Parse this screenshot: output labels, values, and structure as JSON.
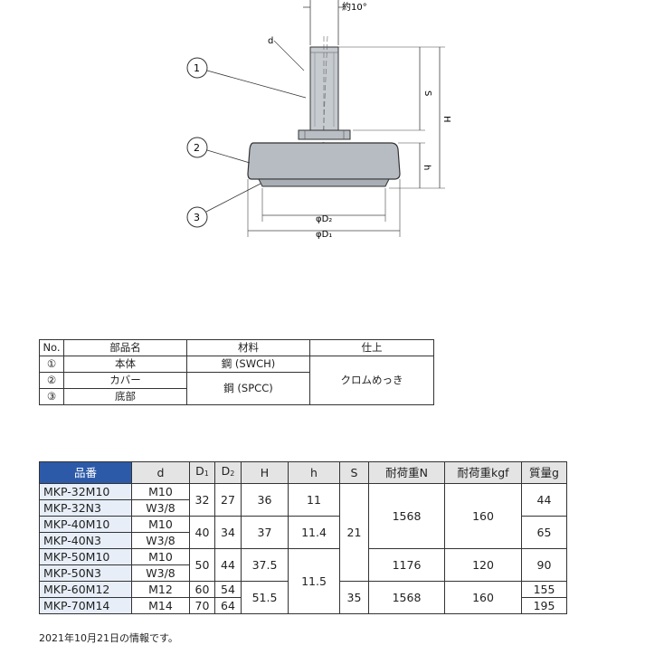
{
  "drawing": {
    "angle_label": "約10°",
    "dim_d": "d",
    "dim_S": "S",
    "dim_H": "H",
    "dim_h": "h",
    "dim_D2": "φD₂",
    "dim_D1": "φD₁",
    "callouts": [
      "1",
      "2",
      "3"
    ]
  },
  "parts_table": {
    "headers": [
      "No.",
      "部品名",
      "材料",
      "仕上"
    ],
    "rows": [
      {
        "no": "①",
        "name": "本体",
        "material": "鋼 (SWCH)"
      },
      {
        "no": "②",
        "name": "カバー",
        "material": "鋼 (SPCC)"
      },
      {
        "no": "③",
        "name": "底部"
      }
    ],
    "finish": "クロムめっき"
  },
  "spec_table": {
    "headers": {
      "part": "品番",
      "d": "d",
      "D1": "D",
      "D1_sub": "1",
      "D2": "D",
      "D2_sub": "2",
      "H": "H",
      "h": "h",
      "S": "S",
      "load_n": "耐荷重N",
      "load_kgf": "耐荷重kgf",
      "mass": "質量g"
    },
    "rows": [
      {
        "part": "MKP-32M10",
        "d": "M10",
        "D1": "32",
        "D2": "27",
        "H": "36",
        "h": "11",
        "S": "21",
        "load_n": "1568",
        "load_kgf": "160",
        "mass": "44"
      },
      {
        "part": "MKP-32N3",
        "d": "W3/8"
      },
      {
        "part": "MKP-40M10",
        "d": "M10",
        "D1": "40",
        "D2": "34",
        "H": "37",
        "h": "11.4",
        "mass": "65"
      },
      {
        "part": "MKP-40N3",
        "d": "W3/8"
      },
      {
        "part": "MKP-50M10",
        "d": "M10",
        "D1": "50",
        "D2": "44",
        "H": "37.5",
        "h": "11.5",
        "load_n": "1176",
        "load_kgf": "120",
        "mass": "90"
      },
      {
        "part": "MKP-50N3",
        "d": "W3/8"
      },
      {
        "part": "MKP-60M12",
        "d": "M12",
        "D1": "60",
        "D2": "54",
        "H": "51.5",
        "S": "35",
        "load_n": "1568",
        "load_kgf": "160",
        "mass": "155"
      },
      {
        "part": "MKP-70M14",
        "d": "M14",
        "D1": "70",
        "D2": "64",
        "mass": "195"
      }
    ]
  },
  "footnote": "2021年10月21日の情報です。"
}
